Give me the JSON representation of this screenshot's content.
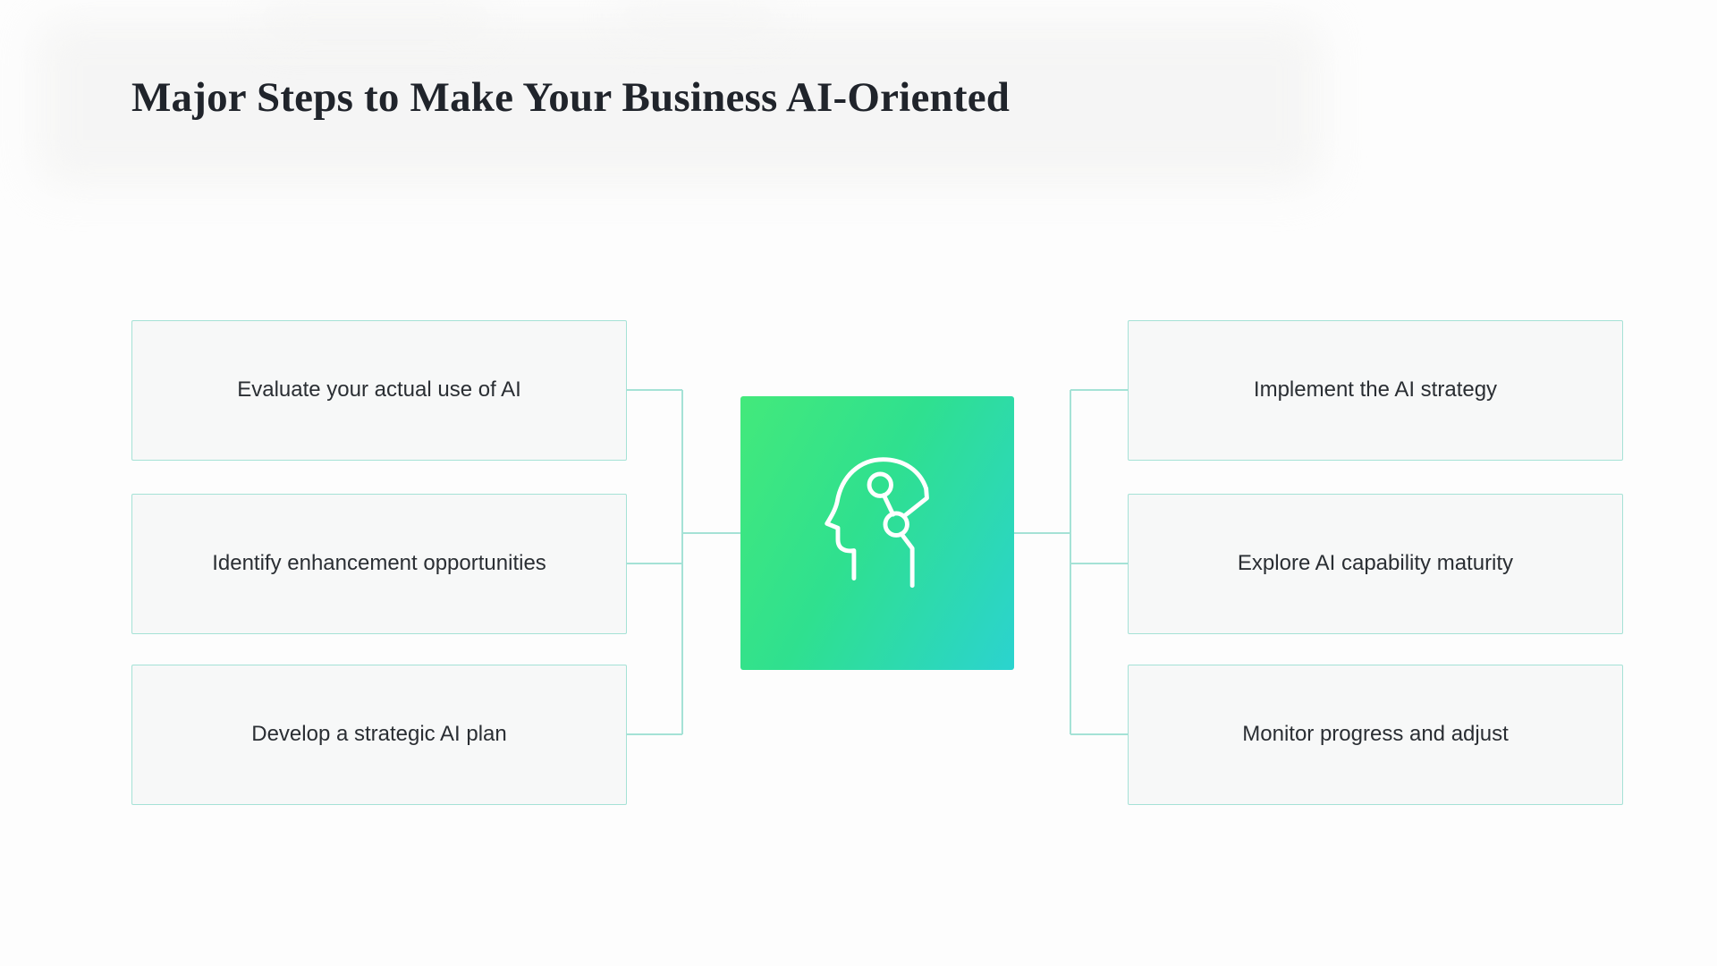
{
  "page": {
    "title": "Major Steps to Make Your Business AI-Oriented"
  },
  "diagram": {
    "left_steps": [
      "Evaluate your actual use of AI",
      "Identify enhancement opportunities",
      "Develop a strategic AI plan"
    ],
    "right_steps": [
      "Implement the AI strategy",
      "Explore AI capability maturity",
      "Monitor progress and adjust"
    ],
    "center_icon": "ai-head-icon",
    "colors": {
      "box_background": "#f7f8f8",
      "box_border": "#a5e2d6",
      "connector_line": "#a5e2d6",
      "tile_gradient_start": "#43e97b",
      "tile_gradient_end": "#2bd3cf",
      "title_color": "#20242b",
      "step_text_color": "#2a2e33",
      "icon_stroke": "#ffffff"
    }
  }
}
